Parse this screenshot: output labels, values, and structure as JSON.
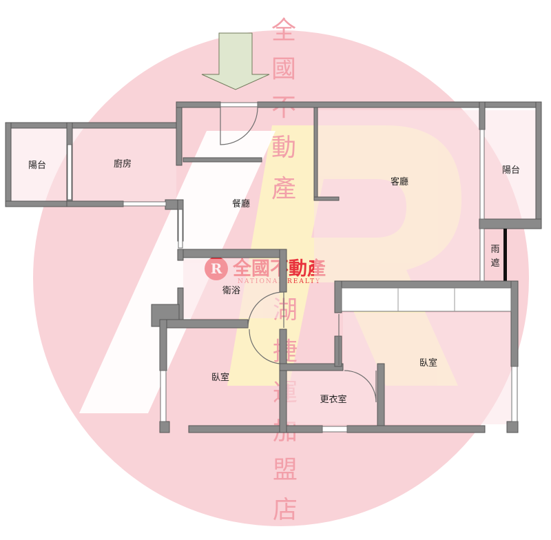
{
  "watermark": {
    "vertical_top": [
      "全",
      "國",
      "不",
      "動",
      "產"
    ],
    "vertical_bottom": [
      "湖",
      "捷",
      "運",
      "加",
      "盟",
      "店"
    ],
    "logo_name": "全國不動產",
    "logo_sub": "NATIONAL REALTY",
    "logo_mark": "R",
    "colors": {
      "circle": "#f9d3d8",
      "text": "#f2a0aa",
      "logo_red": "#e8323c",
      "r_yellow": "#fdf1c6"
    }
  },
  "floorplan": {
    "entrance_arrow": "arrow-down-icon",
    "rooms": {
      "balcony_left": "陽台",
      "kitchen": "廚房",
      "dining": "餐廳",
      "living": "客廳",
      "balcony_right": "陽台",
      "rain_shelter_1": "雨",
      "rain_shelter_2": "遮",
      "bathroom": "衛浴",
      "bedroom_left": "臥室",
      "bedroom_right": "臥室",
      "walkin_closet": "更衣室"
    },
    "colors": {
      "wall": "#8a8a8a",
      "room_fill": "#fce4e8",
      "arrow": "#dfe7cf",
      "arrow_stroke": "#6f7a5a"
    }
  }
}
